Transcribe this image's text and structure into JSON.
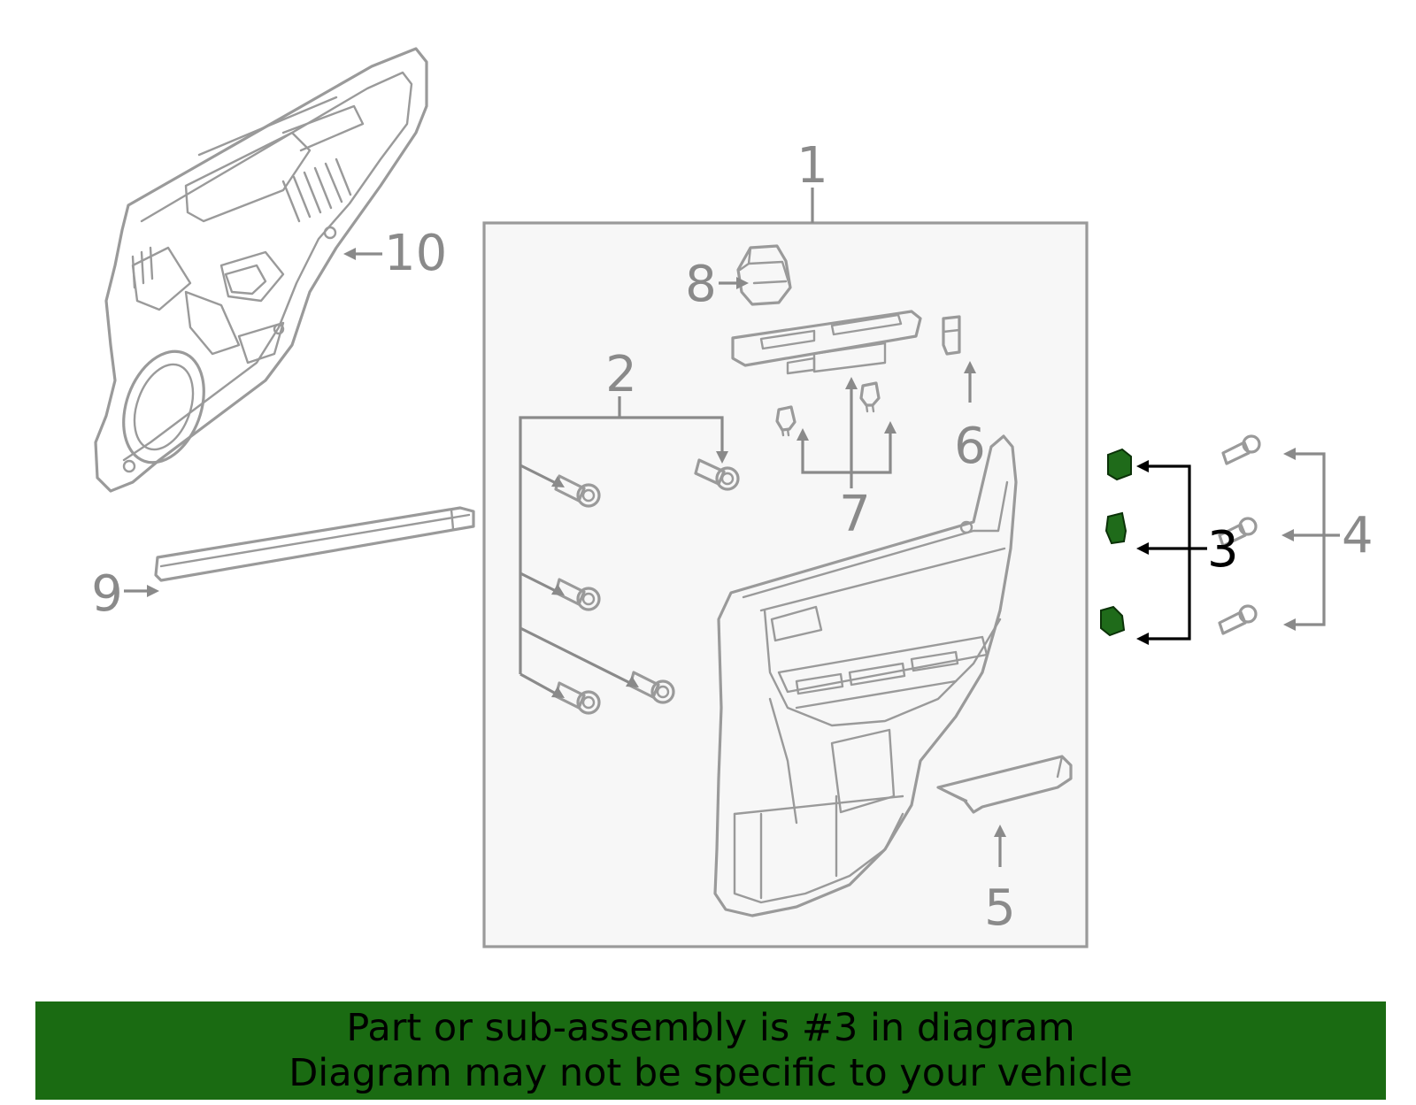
{
  "callouts": {
    "c1": "1",
    "c2": "2",
    "c3": "3",
    "c4": "4",
    "c5": "5",
    "c6": "6",
    "c7": "7",
    "c8": "8",
    "c9": "9",
    "c10": "10"
  },
  "highlighted_callout": "3",
  "colors": {
    "highlight": "#1a6b12",
    "line": "#9a9a9a",
    "panel_background": "#f7f7f7"
  },
  "banner": {
    "line1": "Part or sub-assembly is #3 in diagram",
    "line2": "Diagram may not be specific to your vehicle"
  }
}
